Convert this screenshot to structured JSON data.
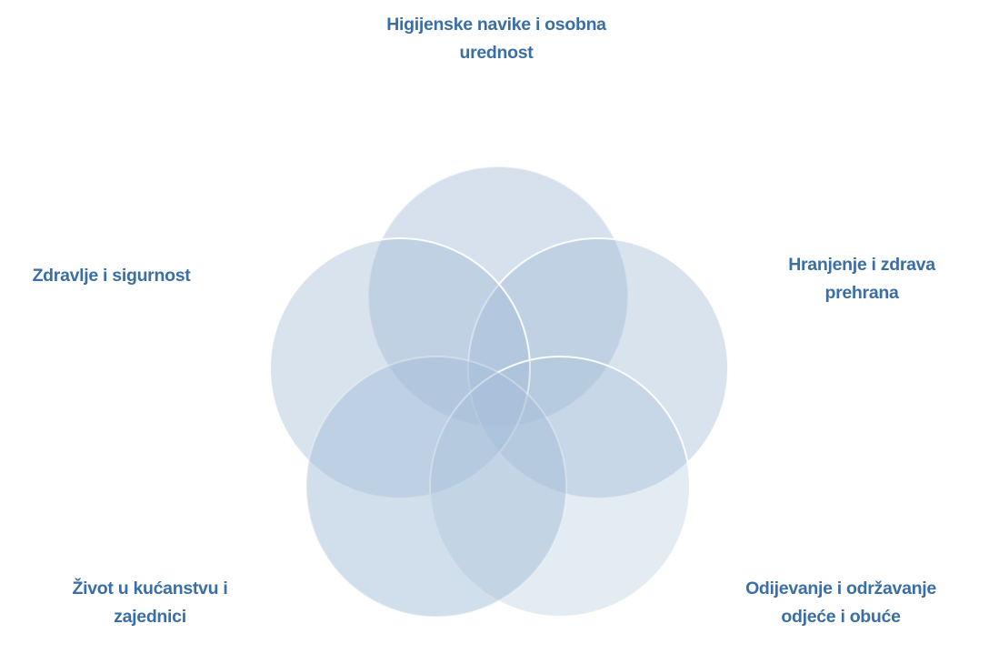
{
  "colors": {
    "text": "#3a6ea5",
    "circle_fill": "#a3bdd7",
    "circle_stroke": "#ffffff"
  },
  "labels": {
    "top": [
      "Higijenske navike i osobna",
      "urednost"
    ],
    "right": [
      "Hranjenje i zdrava",
      "prehrana"
    ],
    "left": [
      "Zdravlje i sigurnost"
    ],
    "bottom_left": [
      "Život u kućanstvu i",
      "zajednici"
    ],
    "bottom_right": [
      "Odijevanje i održavanje",
      "odjeće i obuće"
    ]
  }
}
